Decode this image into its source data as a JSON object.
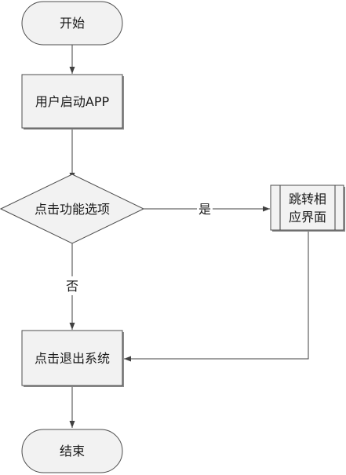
{
  "nodes": {
    "start": {
      "label": "开始",
      "shape": "terminator"
    },
    "launch": {
      "label": "用户启动APP",
      "shape": "process"
    },
    "decision": {
      "label": "点击功能选项",
      "shape": "decision"
    },
    "jump": {
      "label_lines": [
        "跳转相",
        "应界面"
      ],
      "shape": "predefined-process"
    },
    "exit": {
      "label": "点击退出系统",
      "shape": "process"
    },
    "end": {
      "label": "结束",
      "shape": "terminator"
    }
  },
  "edges": [
    {
      "from": "start",
      "to": "launch",
      "label": ""
    },
    {
      "from": "launch",
      "to": "decision",
      "label": ""
    },
    {
      "from": "decision",
      "to": "jump",
      "label": "是"
    },
    {
      "from": "decision",
      "to": "exit",
      "label": "否"
    },
    {
      "from": "jump",
      "to": "exit",
      "label": ""
    },
    {
      "from": "exit",
      "to": "end",
      "label": ""
    }
  ],
  "edge_labels": {
    "yes": "是",
    "no": "否"
  },
  "colors": {
    "shape_fill": "#f2f2f2",
    "shape_stroke": "#4d4d4d",
    "shadow": "#8a8a8a",
    "connector": "#404040",
    "text": "#1a1a1a"
  }
}
